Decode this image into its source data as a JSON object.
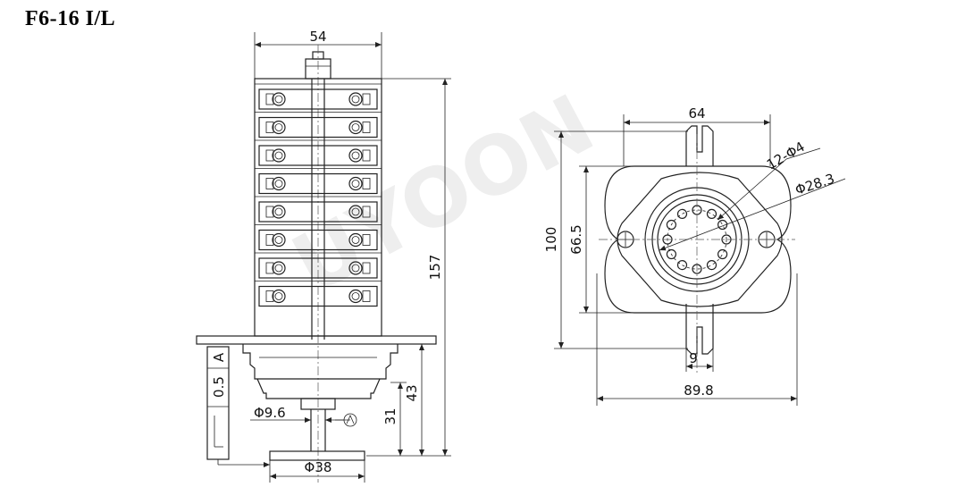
{
  "title": "F6-16 I/L",
  "watermark": "UYOON",
  "left_view": {
    "dim_top_width": "54",
    "dim_height_total": "157",
    "dim_height_43": "43",
    "dim_height_31": "31",
    "dim_shaft_dia": "Φ9.6",
    "dim_knob_dia": "Φ38",
    "rating_current": "0.5",
    "rating_unit": "A",
    "terminal_rows": 8
  },
  "right_view": {
    "dim_top_width": "64",
    "dim_height_100": "100",
    "dim_height_66_5": "66.5",
    "dim_holes": "12-Φ4",
    "dim_circle": "Φ28.3",
    "dim_slot": "9",
    "dim_bottom_width": "89.8"
  }
}
